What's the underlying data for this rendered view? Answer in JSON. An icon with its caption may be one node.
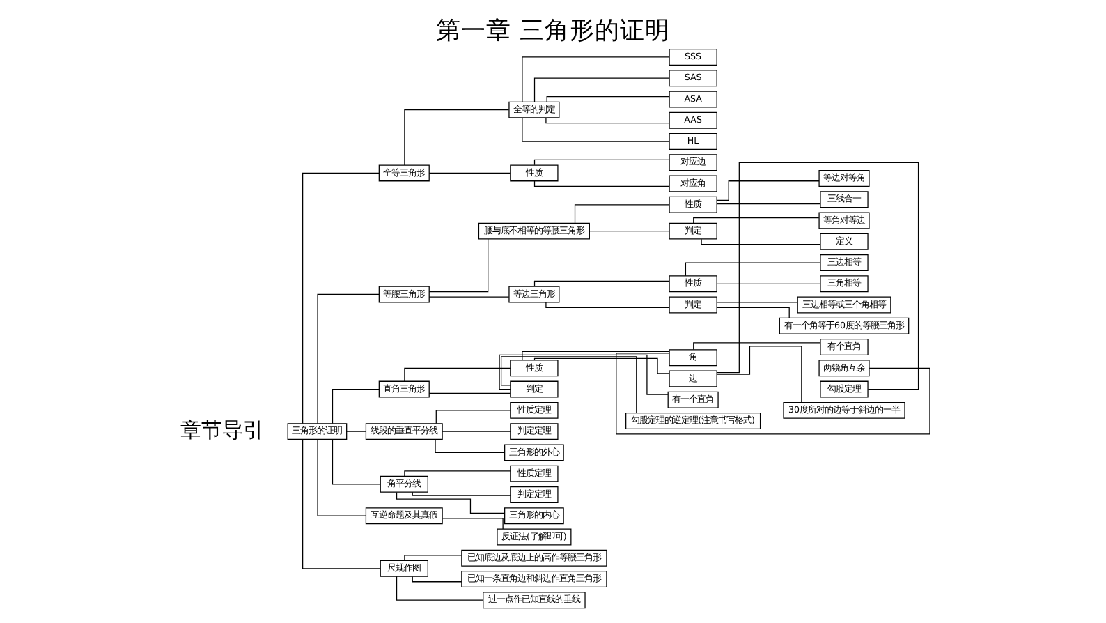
{
  "diagram": {
    "title": "第一章 三角形的证明",
    "nodes": [
      {
        "text": [
          "三角形的证明"
        ]
      },
      {
        "text": [
          "全等三角形"
        ]
      },
      {
        "text": [
          "全等的判定"
        ]
      },
      {
        "text": [
          "SSS"
        ]
      },
      {
        "text": [
          "SAS"
        ]
      },
      {
        "text": [
          "ASA"
        ]
      },
      {
        "text": [
          "AAS"
        ]
      },
      {
        "text": [
          "HL"
        ]
      },
      {
        "text": [
          "性质"
        ]
      },
      {
        "text": [
          "对应边"
        ]
      },
      {
        "text": [
          "对应角"
        ]
      },
      {
        "text": [
          "等腰三角形"
        ]
      },
      {
        "text": [
          "腰与底不相等的等腰三角形"
        ]
      },
      {
        "text": [
          "性质"
        ]
      },
      {
        "text": [
          "等边对等角"
        ]
      },
      {
        "text": [
          "三线合一"
        ]
      },
      {
        "text": [
          "判定"
        ]
      },
      {
        "text": [
          "等角对等边"
        ]
      },
      {
        "text": [
          "定义"
        ]
      },
      {
        "text": [
          "等边三角形"
        ]
      },
      {
        "text": [
          "性质"
        ]
      },
      {
        "text": [
          "三边相等"
        ]
      },
      {
        "text": [
          "三角相等"
        ]
      },
      {
        "text": [
          "判定"
        ]
      },
      {
        "text": [
          "三边相等或三个角相等"
        ]
      },
      {
        "text": [
          "有一个角等于60度的等腰三角形"
        ]
      },
      {
        "text": [
          "直角三角形"
        ]
      },
      {
        "text": [
          "性质"
        ]
      },
      {
        "text": [
          "角"
        ]
      },
      {
        "text": [
          "有个直角"
        ]
      },
      {
        "text": [
          "两锐角互余"
        ]
      },
      {
        "text": [
          "边"
        ]
      },
      {
        "text": [
          "勾股定理"
        ]
      },
      {
        "text": [
          "30度所对的边等于斜边的一半"
        ]
      },
      {
        "text": [
          "判定"
        ]
      },
      {
        "text": [
          "有一个直角"
        ]
      },
      {
        "text": [
          "勾股定理的逆定理(注意书写格式)"
        ]
      },
      {
        "text": [
          "线段的垂直平分线"
        ]
      },
      {
        "text": [
          "性质定理"
        ]
      },
      {
        "text": [
          "判定定理"
        ]
      },
      {
        "text": [
          "三角形的外心"
        ]
      },
      {
        "text": [
          "角平分线"
        ]
      },
      {
        "text": [
          "性质定理"
        ]
      },
      {
        "text": [
          "判定定理"
        ]
      },
      {
        "text": [
          "三角形的内心"
        ]
      },
      {
        "text": [
          "互逆命题及其真假"
        ]
      },
      {
        "text": [
          "反证法(了解即可)"
        ]
      },
      {
        "text": [
          "尺规作图"
        ]
      },
      {
        "text": [
          "已知底边及底边上的高作等腰三角形"
        ]
      },
      {
        "text": [
          "已知一条直角边和斜边作直角三角形"
        ]
      },
      {
        "text": [
          "过一点作已知直线的垂线"
        ]
      }
    ],
    "edges": [
      {
        "from": 0,
        "to": 1,
        "arrow": "none"
      },
      {
        "from": 1,
        "to": 2,
        "arrow": "none"
      },
      {
        "from": 2,
        "to": 3,
        "arrow": "none"
      },
      {
        "from": 2,
        "to": 4,
        "arrow": "none"
      },
      {
        "from": 2,
        "to": 5,
        "arrow": "none"
      },
      {
        "from": 2,
        "to": 6,
        "arrow": "none"
      },
      {
        "from": 2,
        "to": 7,
        "arrow": "none"
      },
      {
        "from": 1,
        "to": 8,
        "arrow": "none"
      },
      {
        "from": 8,
        "to": 9,
        "arrow": "none"
      },
      {
        "from": 8,
        "to": 10,
        "arrow": "none"
      },
      {
        "from": 0,
        "to": 11,
        "arrow": "none"
      },
      {
        "from": 11,
        "to": 12,
        "arrow": "none"
      },
      {
        "from": 12,
        "to": 13,
        "arrow": "none"
      },
      {
        "from": 13,
        "to": 14,
        "arrow": "none"
      },
      {
        "from": 13,
        "to": 15,
        "arrow": "none"
      },
      {
        "from": 12,
        "to": 16,
        "arrow": "none"
      },
      {
        "from": 16,
        "to": 17,
        "arrow": "none"
      },
      {
        "from": 16,
        "to": 18,
        "arrow": "none"
      },
      {
        "from": 11,
        "to": 19,
        "arrow": "none"
      },
      {
        "from": 19,
        "to": 20,
        "arrow": "none"
      },
      {
        "from": 20,
        "to": 21,
        "arrow": "none"
      },
      {
        "from": 20,
        "to": 22,
        "arrow": "none"
      },
      {
        "from": 19,
        "to": 23,
        "arrow": "none"
      },
      {
        "from": 23,
        "to": 24,
        "arrow": "none"
      },
      {
        "from": 23,
        "to": 25,
        "arrow": "none"
      },
      {
        "from": 0,
        "to": 26,
        "arrow": "none"
      },
      {
        "from": 26,
        "to": 27,
        "arrow": "none"
      },
      {
        "from": 27,
        "to": 28,
        "arrow": "none"
      },
      {
        "from": 28,
        "to": 29,
        "arrow": "none"
      },
      {
        "from": 28,
        "to": 30,
        "arrow": "none"
      },
      {
        "from": 27,
        "to": 31,
        "arrow": "none"
      },
      {
        "from": 31,
        "to": 32,
        "arrow": "none"
      },
      {
        "from": 31,
        "to": 33,
        "arrow": "none"
      },
      {
        "from": 26,
        "to": 34,
        "arrow": "none"
      },
      {
        "from": 34,
        "to": 35,
        "arrow": "none"
      },
      {
        "from": 34,
        "to": 36,
        "arrow": "none"
      },
      {
        "from": 0,
        "to": 37,
        "arrow": "none"
      },
      {
        "from": 37,
        "to": 38,
        "arrow": "none"
      },
      {
        "from": 37,
        "to": 39,
        "arrow": "none"
      },
      {
        "from": 37,
        "to": 40,
        "arrow": "none"
      },
      {
        "from": 0,
        "to": 41,
        "arrow": "none"
      },
      {
        "from": 41,
        "to": 42,
        "arrow": "none"
      },
      {
        "from": 41,
        "to": 43,
        "arrow": "none"
      },
      {
        "from": 41,
        "to": 44,
        "arrow": "none"
      },
      {
        "from": 0,
        "to": 45,
        "arrow": "none"
      },
      {
        "from": 45,
        "to": 46,
        "arrow": "none"
      },
      {
        "from": 0,
        "to": 47,
        "arrow": "none"
      },
      {
        "from": 47,
        "to": 48,
        "arrow": "none"
      },
      {
        "from": 47,
        "to": 49,
        "arrow": "none"
      },
      {
        "from": 47,
        "to": 50,
        "arrow": "none"
      }
    ],
    "labels": [
      "章节导引"
    ]
  }
}
